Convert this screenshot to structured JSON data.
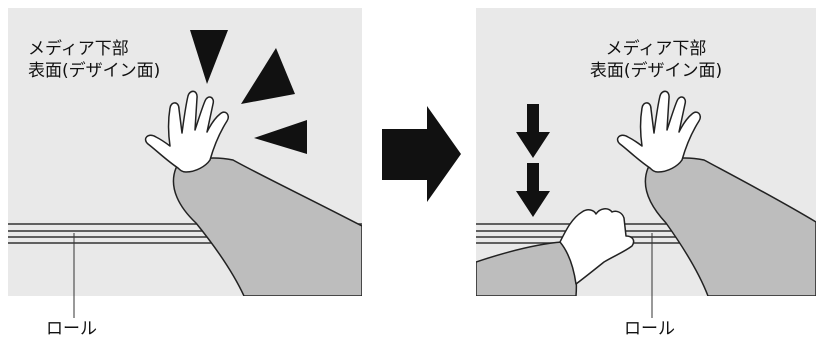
{
  "left_panel": {
    "label_line1": "メディア下部",
    "label_line2": "表面(デザイン面)",
    "roll_label": "ロール"
  },
  "right_panel": {
    "label_line1": "メディア下部",
    "label_line2": "表面(デザイン面)",
    "roll_label": "ロール"
  },
  "colors": {
    "background": "#e9e9e9",
    "sleeve": "#bdbdbd",
    "arrow": "#111111",
    "hand": "#ffffff"
  }
}
